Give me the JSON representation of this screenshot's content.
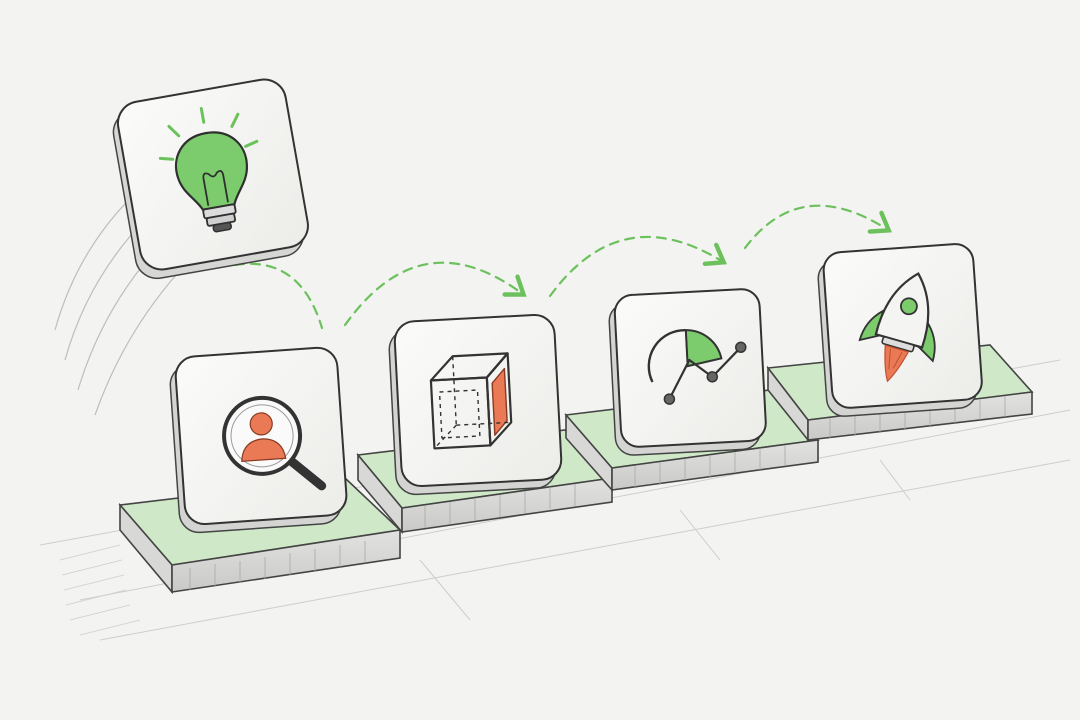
{
  "scene": {
    "kind": "process-flow",
    "style": "pencil sketch",
    "colors": {
      "background": "#f3f3f1",
      "ink": "#3a3a3a",
      "card": "#f7f7f6",
      "platform_top": "#cfe8c8",
      "accent_green": "#7ccb6d",
      "accent_orange": "#e97a55",
      "arrow_green": "#6cc15d"
    }
  },
  "steps": [
    {
      "id": "idea",
      "icon": "lightbulb-icon",
      "state": "launching"
    },
    {
      "id": "research",
      "icon": "magnifier-user-icon",
      "state": "placed"
    },
    {
      "id": "build",
      "icon": "cube-icon",
      "state": "placed"
    },
    {
      "id": "analyze",
      "icon": "chart-gauge-icon",
      "state": "placed"
    },
    {
      "id": "launch",
      "icon": "rocket-icon",
      "state": "placed"
    }
  ],
  "connectors": [
    {
      "from": "idea",
      "to": "build",
      "style": "dashed-arrow"
    },
    {
      "from": "build",
      "to": "analyze",
      "style": "dashed-arrow"
    },
    {
      "from": "analyze",
      "to": "launch",
      "style": "dashed-arrow"
    }
  ]
}
